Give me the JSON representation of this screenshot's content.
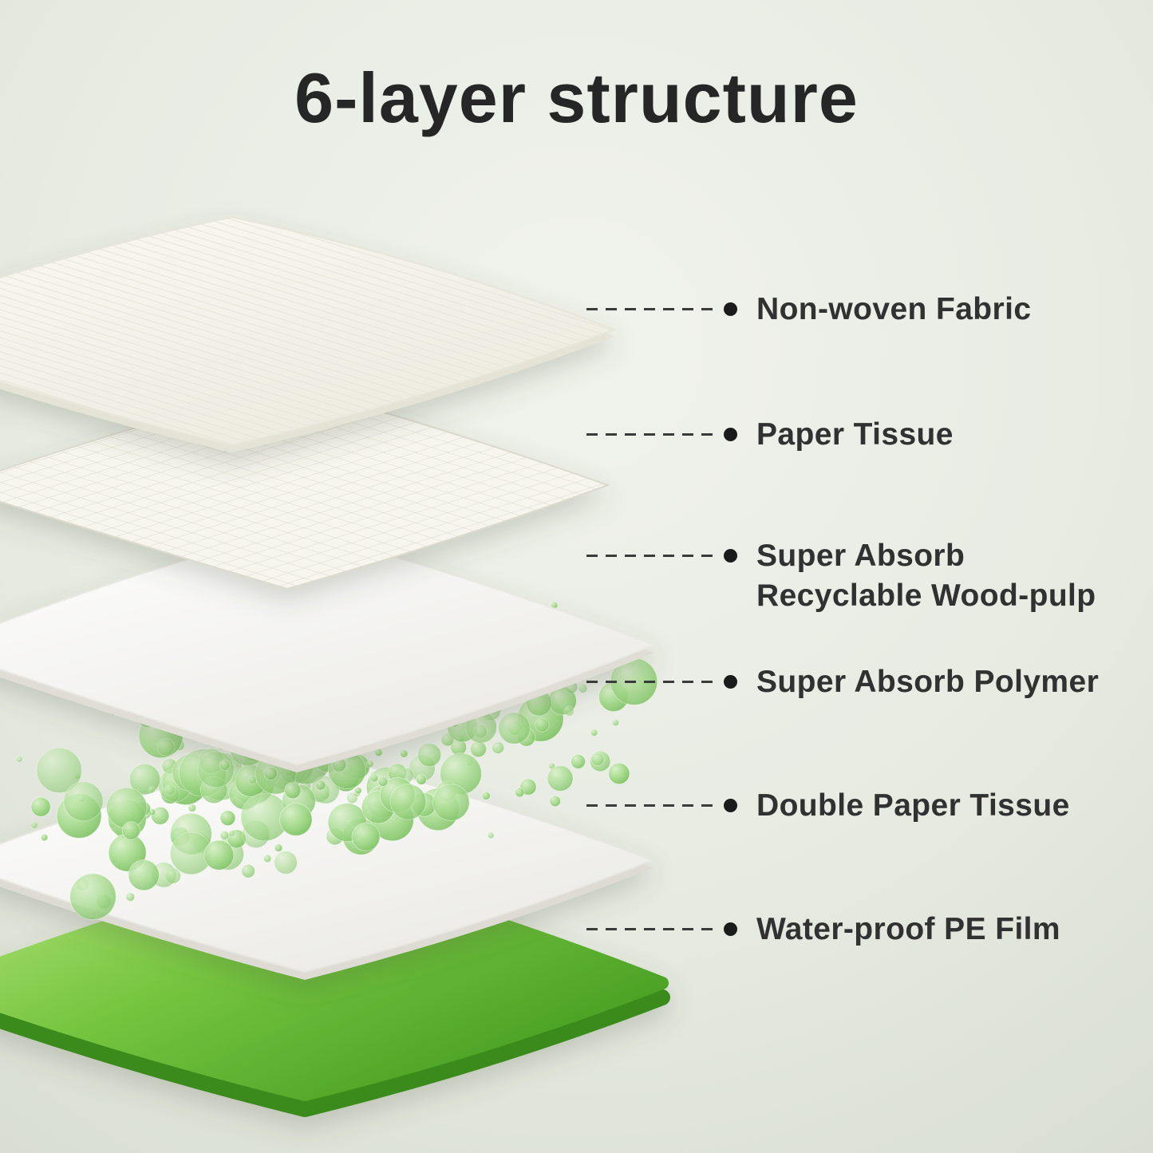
{
  "title": "6-layer structure",
  "layers": [
    {
      "label": "Non-woven Fabric"
    },
    {
      "label": "Paper Tissue"
    },
    {
      "label": "Super Absorb\nRecyclable Wood-pulp"
    },
    {
      "label": "Super Absorb Polymer"
    },
    {
      "label": "Double Paper Tissue"
    },
    {
      "label": "Water-proof PE Film"
    }
  ],
  "colors": {
    "text": "#313131",
    "film_light": "#b6e57f",
    "film_mid": "#77c640",
    "film_dark": "#459d22",
    "film_edge": "#3a8a1a",
    "polymer_light": "#d9f0c9",
    "polymer_mid": "#a8dc90",
    "polymer_dark": "#7cbf63"
  }
}
